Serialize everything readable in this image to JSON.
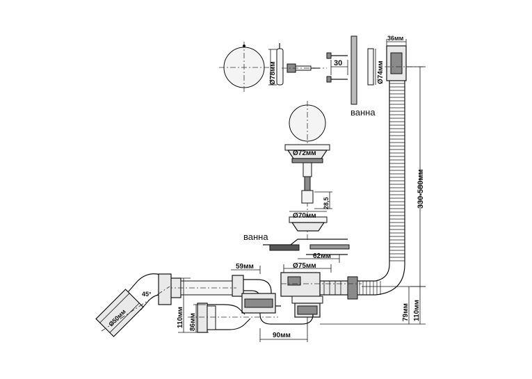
{
  "labels": {
    "bath_top": "ванна",
    "bath_middle": "ванна"
  },
  "dimensions": {
    "d78": "Ø78мм",
    "d30": "30",
    "d74": "Ø74мм",
    "w36": "36мм",
    "d72": "Ø72мм",
    "h28": "28,5",
    "d70": "Ø70мм",
    "h330": "330-580мм",
    "w62": "62мм",
    "w59": "59мм",
    "d75": "Ø75мм",
    "angle45": "45°",
    "d50": "Ø50мм",
    "h110_left": "110мм",
    "h86": "86мм",
    "h79": "79мм",
    "h110_right": "110мм",
    "w90": "90мм"
  }
}
